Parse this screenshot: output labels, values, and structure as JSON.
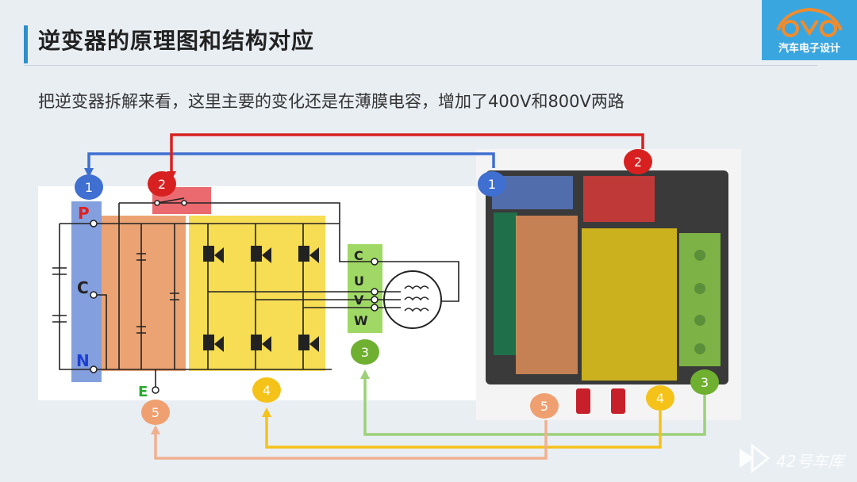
{
  "slide": {
    "title": "逆变器的原理图和结构对应",
    "subtitle": "把逆变器拆解来看，这里主要的变化还是在薄膜电容，增加了400V和800V两路",
    "logo_text": "汽车电子设计",
    "watermark": "42号车库"
  },
  "schematic": {
    "terminals": [
      "P",
      "C",
      "N"
    ],
    "ground_label": "E",
    "phase_labels": [
      "C",
      "U",
      "V",
      "W"
    ]
  },
  "markers": [
    "1",
    "2",
    "3",
    "4",
    "5"
  ],
  "colors": {
    "blue": "#5b7fd1",
    "red": "#e23a3a",
    "green": "#7fbf4a",
    "yellow": "#f3c316",
    "orange": "#f0a070",
    "accent": "#2b8fce"
  }
}
